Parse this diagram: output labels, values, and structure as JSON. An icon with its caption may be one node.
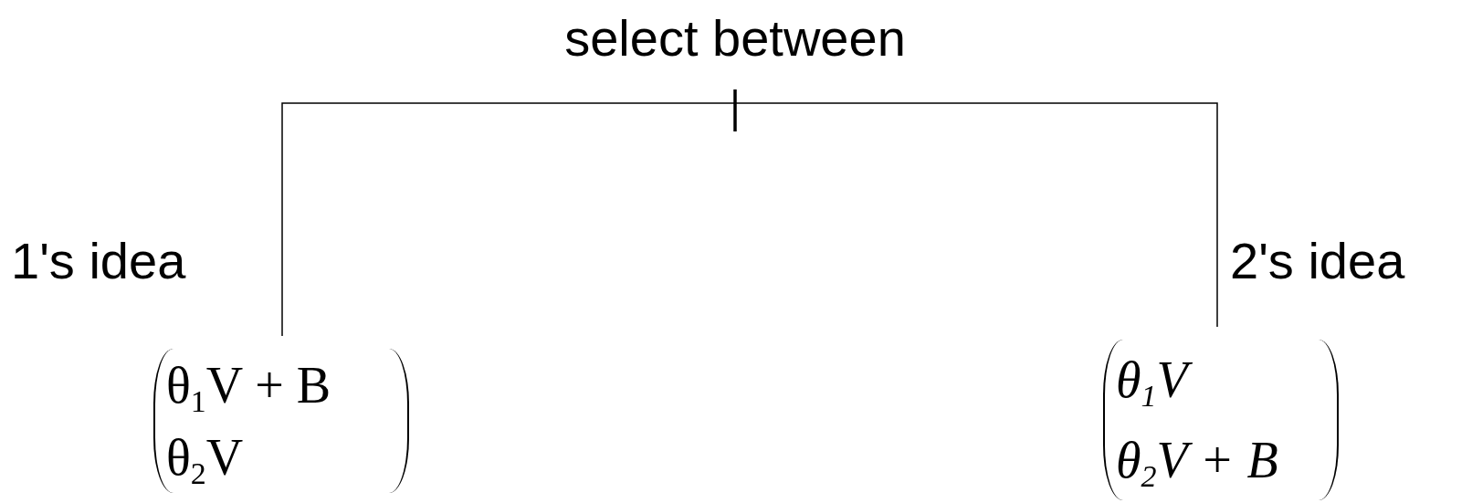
{
  "diagram": {
    "nodes": [
      {
        "text": [
          "select between"
        ]
      },
      {
        "text": [
          "θ$_{1}$V + B",
          "θ$_{2}$V"
        ]
      },
      {
        "text": [
          "θ$_{1}$V",
          "θ$_{2}$V + B"
        ]
      }
    ],
    "edges": [
      {
        "from": 0,
        "to": 1,
        "arrow": "none",
        "label": "1's idea"
      },
      {
        "from": 0,
        "to": 2,
        "arrow": "none",
        "label": "2's idea"
      }
    ]
  }
}
